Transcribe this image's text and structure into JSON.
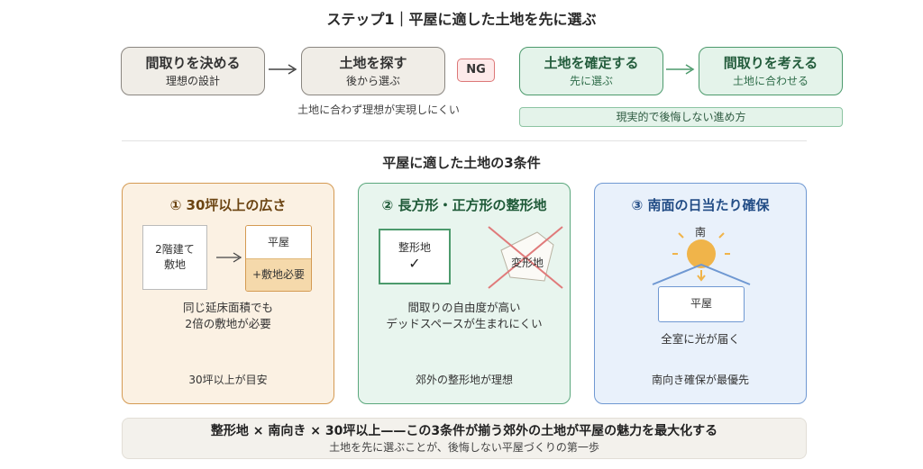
{
  "step_title": "ステップ1｜平屋に適した土地を先に選ぶ",
  "flow": {
    "bad": [
      {
        "main": "間取りを決める",
        "sub": "理想の設計"
      },
      {
        "main": "土地を探す",
        "sub": "後から選ぶ"
      }
    ],
    "ng_label": "NG",
    "bad_note": "土地に合わず理想が実現しにくい",
    "good": [
      {
        "main": "土地を確定する",
        "sub": "先に選ぶ"
      },
      {
        "main": "間取りを考える",
        "sub": "土地に合わせる"
      }
    ],
    "good_note": "現実的で後悔しない進め方"
  },
  "conditions_title": "平屋に適した土地の3条件",
  "cards": [
    {
      "title": "① 30坪以上の広さ",
      "left_box": [
        "2階建て",
        "敷地"
      ],
      "right_box_top": "平屋",
      "right_box_bottom": "+敷地必要",
      "desc": [
        "同じ延床面積でも",
        "2倍の敷地が必要"
      ],
      "foot": "30坪以上が目安"
    },
    {
      "title": "② 長方形・正方形の整形地",
      "good_label": "整形地",
      "check": "✓",
      "bad_label": "変形地",
      "desc": [
        "間取りの自由度が高い",
        "デッドスペースが生まれにくい"
      ],
      "foot": "郊外の整形地が理想"
    },
    {
      "title": "③ 南面の日当たり確保",
      "sun_label": "南",
      "house_label": "平屋",
      "desc": [
        "全室に光が届く"
      ],
      "foot": "南向き確保が最優先"
    }
  ],
  "summary": {
    "main": "整形地 × 南向き × 30坪以上——この3条件が揃う郊外の土地が平屋の魅力を最大化する",
    "sub": "土地を先に選ぶことが、後悔しない平屋づくりの第一歩"
  },
  "colors": {
    "green": "#4c9a6c",
    "orange": "#d49a52",
    "blue": "#6f98d2",
    "ng_red": "#d77",
    "sun": "#f0b44a"
  }
}
